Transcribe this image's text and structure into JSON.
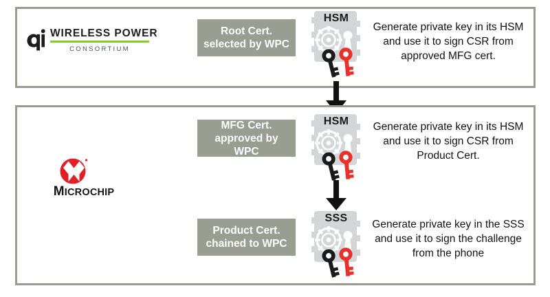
{
  "theme": {
    "panel_border_color": "#9a9a92",
    "cert_box_color": "#989e92",
    "safe_body_color": "#d3d6d8",
    "key_black_color": "#1a1a1a",
    "key_red_color": "#e8312b",
    "wpc_accent_green": "#7ed321",
    "microchip_red": "#e01f26",
    "text_color": "#111111",
    "background": "#ffffff"
  },
  "panels": [
    {
      "name": "wpc-panel",
      "owner_logo": "wireless-power-consortium-logo"
    },
    {
      "name": "microchip-panel",
      "owner_logo": "microchip-logo"
    }
  ],
  "logos": {
    "wpc": {
      "mark": "qi-mark",
      "title": "WIRELESS POWER",
      "subtitle": "CONSORTIUM"
    },
    "microchip": {
      "mark": "microchip-m-mark",
      "wordmark_full": "MICROCHIP",
      "wordmark_initial": "M",
      "wordmark_rest": "ICROCHIP"
    }
  },
  "rows": [
    {
      "id": "root",
      "cert_label": "Root Cert.\nselected by WPC",
      "cert_line1": "Root Cert.",
      "cert_line2": "selected by WPC",
      "safe_label": "HSM",
      "description": "Generate private key in its HSM and use it to sign CSR from approved MFG cert.",
      "keys": [
        "black-key",
        "red-key"
      ]
    },
    {
      "id": "mfg",
      "cert_label": "MFG Cert.\napproved by WPC",
      "cert_line1": "MFG Cert.",
      "cert_line2": "approved by WPC",
      "safe_label": "HSM",
      "description": "Generate private key in its HSM and use it to sign CSR from Product Cert.",
      "keys": [
        "black-key",
        "red-key"
      ]
    },
    {
      "id": "product",
      "cert_label": "Product Cert.\nchained to WPC",
      "cert_line1": "Product Cert.",
      "cert_line2": "chained to WPC",
      "safe_label": "SSS",
      "description": "Generate private key in the SSS and use it to sign the challenge from the phone",
      "keys": [
        "black-key",
        "red-key"
      ]
    }
  ],
  "arrows": [
    {
      "name": "arrow-root-to-mfg",
      "direction": "down"
    },
    {
      "name": "arrow-mfg-to-product",
      "direction": "down"
    }
  ]
}
